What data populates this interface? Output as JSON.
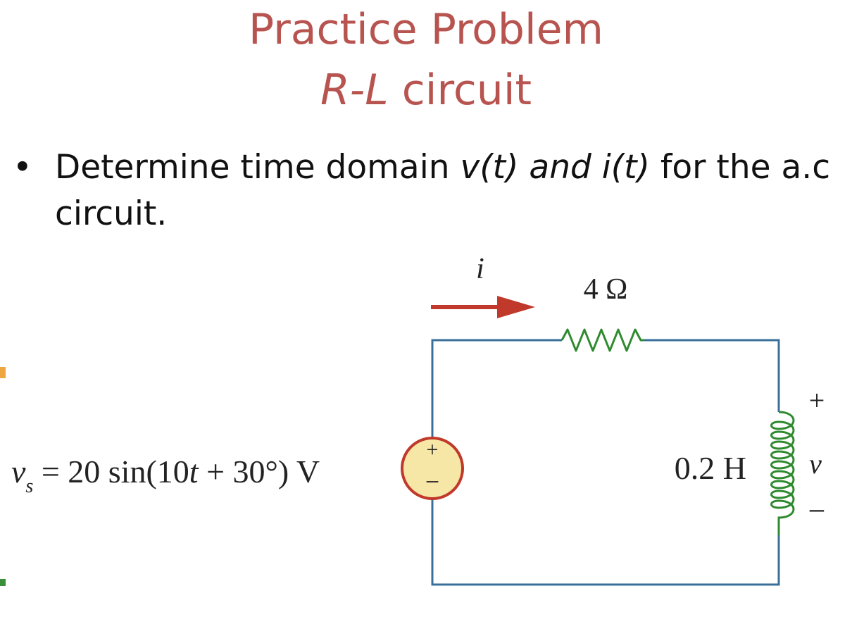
{
  "slide": {
    "title_line1": "Practice Problem",
    "title_line2_italic": "R-L",
    "title_line2_rest": " circuit",
    "bullet": {
      "symbol": "•",
      "text_part1": "Determine time domain ",
      "text_italic": "v(t) and i(t)",
      "text_part2": " for the a.c circuit."
    }
  },
  "circuit": {
    "current_label": "i",
    "resistor_label": "4 Ω",
    "inductor_label": "0.2 H",
    "source_label_var": "v",
    "source_label_sub": "s",
    "source_label_expr": " = 20 sin(10",
    "source_label_t": "t",
    "source_label_rest": " + 30°) V",
    "source_plus": "+",
    "source_minus": "−",
    "voltage_plus": "+",
    "voltage_var": "v",
    "voltage_minus": "−",
    "colors": {
      "wire": "#3a6f9a",
      "resistor": "#2f8a2f",
      "inductor": "#2f8a2f",
      "arrow": "#c0392b",
      "source_fill": "#f7e7a6",
      "source_stroke": "#c0392b",
      "title": "#b85450"
    }
  }
}
